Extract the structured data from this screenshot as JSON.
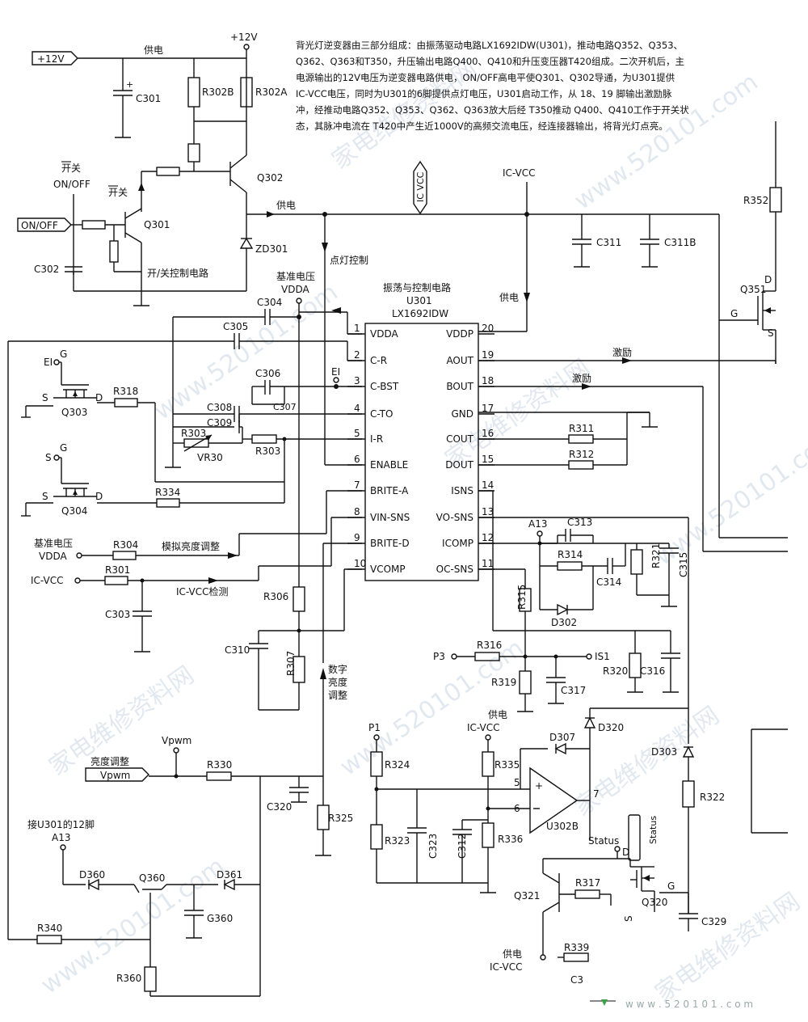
{
  "description": {
    "lines": [
      "背光灯逆变器由三部分组成：由振荡驱动电路LX1692IDW(U301)，推动电路Q352、Q353、",
      "Q362、Q363和T350，升压输出电路Q400、Q410和升压变压器T420组成。二次开机后，主",
      "电源输出的12V电压为逆变器电路供电，ON/OFF高电平使Q301、Q302导通，为U301提供",
      "IC-VCC电压，同时为U301的6脚提供点灯电压，U301启动工作，从 18、19 脚输出激励脉",
      "冲，经推动电路Q352、Q353、Q362、Q363放大后经 T350推动 Q400、Q410工作于开关状",
      "态，其脉冲电流在 T420中产生近1000V的高频交流电压，经连接器输出，将背光灯点亮。"
    ]
  },
  "ic": {
    "name_cn": "振荡与控制电路",
    "ref": "U301",
    "part": "LX1692IDW",
    "left_pins": [
      {
        "num": "1",
        "name": "VDDA"
      },
      {
        "num": "2",
        "name": "C-R"
      },
      {
        "num": "3",
        "name": "C-BST"
      },
      {
        "num": "4",
        "name": "C-TO"
      },
      {
        "num": "5",
        "name": "I-R"
      },
      {
        "num": "6",
        "name": "ENABLE"
      },
      {
        "num": "7",
        "name": "BRITE-A"
      },
      {
        "num": "8",
        "name": "VIN-SNS"
      },
      {
        "num": "9",
        "name": "BRITE-D"
      },
      {
        "num": "10",
        "name": "VCOMP"
      }
    ],
    "right_pins": [
      {
        "num": "20",
        "name": "VDDP"
      },
      {
        "num": "19",
        "name": "AOUT"
      },
      {
        "num": "18",
        "name": "BOUT"
      },
      {
        "num": "17",
        "name": "GND"
      },
      {
        "num": "16",
        "name": "COUT"
      },
      {
        "num": "15",
        "name": "DOUT"
      },
      {
        "num": "14",
        "name": "ISNS"
      },
      {
        "num": "13",
        "name": "VO-SNS"
      },
      {
        "num": "12",
        "name": "ICOMP"
      },
      {
        "num": "11",
        "name": "OC-SNS"
      }
    ]
  },
  "terminals": {
    "plus12v": "+12V",
    "onoff": "ON/OFF",
    "vpwm": "Vpwm",
    "iccvcc_tag": "IC VCC"
  },
  "labels": {
    "supply": "供电",
    "supply2": "供电",
    "supply3": "供电",
    "supply4": "供电",
    "v12top": "+12V",
    "switch": "开关",
    "switch2": "开关",
    "onoff2": "ON/OFF",
    "switch_ctrl": "开/关控制电路",
    "lamp_ctrl": "点灯控制",
    "ref_voltage": "基准电压",
    "vdda": "VDDA",
    "ref_voltage2": "基准电压",
    "vdda2": "VDDA",
    "icvcc_top": "IC-VCC",
    "icvcc_left": "IC-VCC",
    "icvcc_detect": "IC-VCC检测",
    "analog_dim": "模拟亮度调整",
    "digital_dim1": "数字",
    "digital_dim2": "亮度",
    "digital_dim3": "调整",
    "excite1": "激励",
    "excite2": "激励",
    "brightness_adj": "亮度调整",
    "vpwm_label": "Vpwm",
    "to_pin12": "接U301的12脚",
    "a13_top": "A13",
    "a13_bottom": "A13",
    "ei_top": "EI",
    "ei_left": "EI",
    "g_q303": "G",
    "s_q304": "S",
    "g_q304": "G",
    "s1": "S",
    "d1": "D",
    "s2": "S",
    "d2": "D",
    "p3": "P3",
    "is1": "IS1",
    "p1": "P1",
    "icvcc_bottom": "IC-VCC",
    "icvcc_bottom2": "IC-VCC",
    "status1": "Status",
    "status2": "Status",
    "q351_d": "D",
    "q351_g": "G",
    "q351_s": "S",
    "q320_d": "D",
    "q320_g": "G",
    "q320_s": "S",
    "opamp_in5": "5",
    "opamp_in6": "6",
    "opamp_out7": "7",
    "plus_sign": "+",
    "c_cut": "C3",
    "footer_url": "w w w . 5 2 0 1 0 1 . c o m"
  },
  "components": {
    "C301": "C301",
    "R302B": "R302B",
    "R302A": "R302A",
    "Q302": "Q302",
    "Q301": "Q301",
    "ZD301": "ZD301",
    "C302": "C302",
    "C304": "C304",
    "C305": "C305",
    "C306": "C306",
    "C307": "C307",
    "C308": "C308",
    "C309": "C309",
    "R303a": "R303",
    "VR30": "VR30",
    "R303b": "R303",
    "Q303": "Q303",
    "R318": "R318",
    "Q304": "Q304",
    "R334": "R334",
    "R304": "R304",
    "R301": "R301",
    "C303": "C303",
    "R306": "R306",
    "C310": "C310",
    "R307": "R307",
    "C311": "C311",
    "C311B": "C311B",
    "R352": "R352",
    "Q351": "Q351",
    "R311": "R311",
    "R312": "R312",
    "C313": "C313",
    "R314": "R314",
    "C314": "C314",
    "R321": "R321",
    "C315": "C315",
    "R315": "R315",
    "D302": "D302",
    "R316": "R316",
    "R319": "R319",
    "C317": "C317",
    "R320": "R320",
    "C316": "C316",
    "D307": "D307",
    "D320": "D320",
    "D303": "D303",
    "R322": "R322",
    "R324": "R324",
    "R335": "R335",
    "R323": "R323",
    "C323": "C323",
    "C312": "C312",
    "R336": "R336",
    "U302B": "U302B",
    "R330": "R330",
    "C320": "C320",
    "R325": "R325",
    "D360": "D360",
    "Q360": "Q360",
    "D361": "D361",
    "G360": "G360",
    "R340": "R340",
    "R360": "R360",
    "Q321": "Q321",
    "R317": "R317",
    "Q320": "Q320",
    "C329": "C329",
    "R339": "R339"
  },
  "watermarks": [
    "家电维修资料网",
    "www.520101.com"
  ]
}
